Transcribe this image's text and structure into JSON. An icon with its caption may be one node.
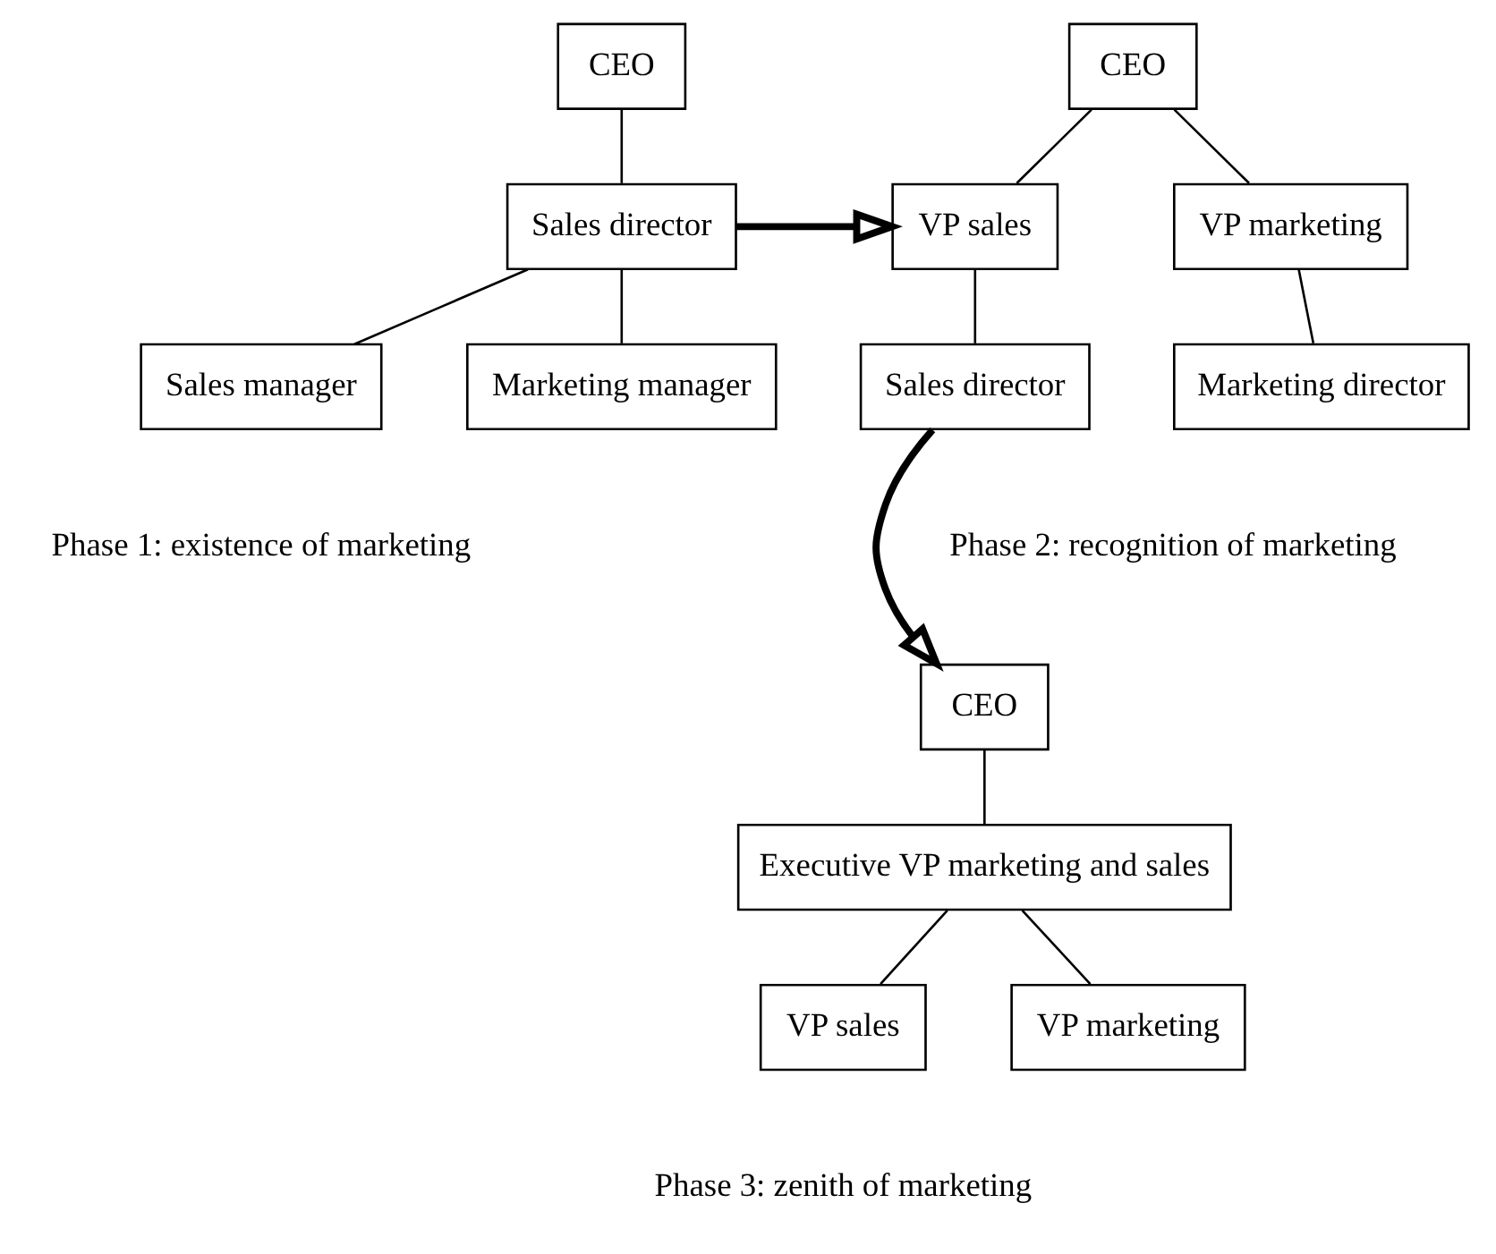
{
  "diagram": {
    "nodes": [
      {
        "text": [
          "CEO"
        ]
      },
      {
        "text": [
          "Sales director"
        ]
      },
      {
        "text": [
          "Sales manager"
        ]
      },
      {
        "text": [
          "Marketing manager"
        ]
      },
      {
        "text": [
          "CEO"
        ]
      },
      {
        "text": [
          "VP sales"
        ]
      },
      {
        "text": [
          "VP marketing"
        ]
      },
      {
        "text": [
          "Sales director"
        ]
      },
      {
        "text": [
          "Marketing director"
        ]
      },
      {
        "text": [
          "CEO"
        ]
      },
      {
        "text": [
          "Executive VP marketing and sales"
        ]
      },
      {
        "text": [
          "VP sales"
        ]
      },
      {
        "text": [
          "VP marketing"
        ]
      }
    ],
    "edges": [
      {
        "from": 0,
        "to": 1,
        "arrow": "none"
      },
      {
        "from": 1,
        "to": 2,
        "arrow": "none"
      },
      {
        "from": 1,
        "to": 3,
        "arrow": "none"
      },
      {
        "from": 4,
        "to": 5,
        "arrow": "none"
      },
      {
        "from": 4,
        "to": 6,
        "arrow": "none"
      },
      {
        "from": 5,
        "to": 7,
        "arrow": "none"
      },
      {
        "from": 6,
        "to": 8,
        "arrow": "none"
      },
      {
        "from": 9,
        "to": 10,
        "arrow": "none"
      },
      {
        "from": 10,
        "to": 11,
        "arrow": "none"
      },
      {
        "from": 10,
        "to": 12,
        "arrow": "none"
      },
      {
        "from": 1,
        "to": 5,
        "arrow": "to",
        "style": "thick"
      },
      {
        "from": 7,
        "to": 9,
        "arrow": "to",
        "style": "thick"
      }
    ],
    "labels": [
      "Phase 1: existence of marketing",
      "Phase 2: recognition of marketing",
      "Phase 3: zenith of marketing"
    ]
  }
}
